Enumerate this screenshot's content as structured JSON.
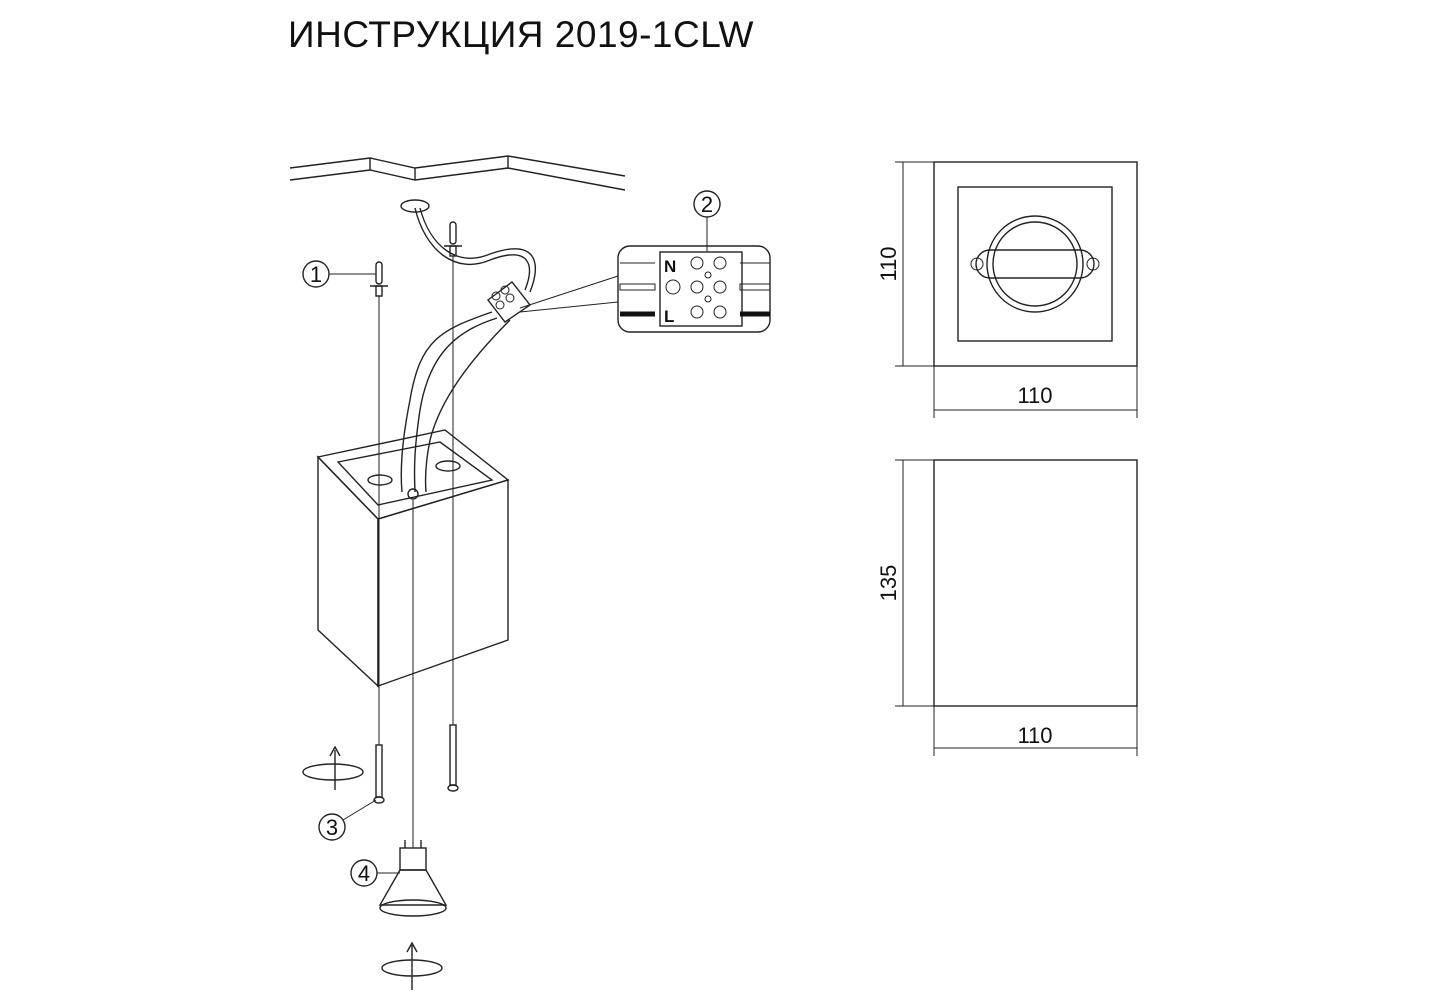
{
  "title": "ИНСТРУКЦИЯ 2019-1CLW",
  "callouts": [
    "1",
    "2",
    "3",
    "4"
  ],
  "terminal_labels": {
    "neutral": "N",
    "line": "L"
  },
  "dimensions": {
    "top_view_height": "110",
    "top_view_width": "110",
    "side_view_height": "135",
    "side_view_width": "110"
  }
}
